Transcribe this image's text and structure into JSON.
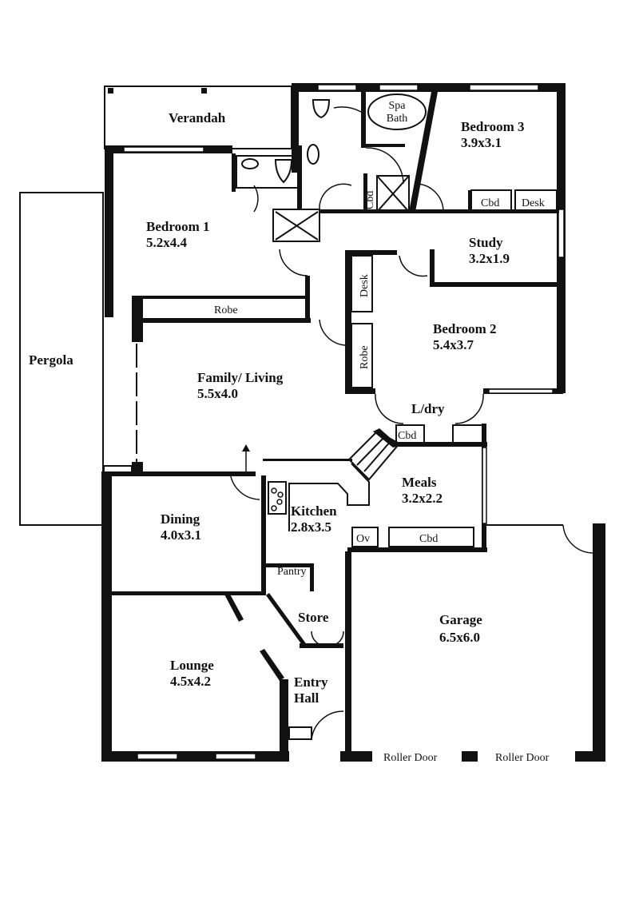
{
  "title": "House floor plan",
  "rooms": {
    "verandah": {
      "name": "Verandah"
    },
    "pergola": {
      "name": "Pergola"
    },
    "bedroom1": {
      "name": "Bedroom 1",
      "size": "5.2x4.4"
    },
    "bedroom2": {
      "name": "Bedroom 2",
      "size": "5.4x3.7"
    },
    "bedroom3": {
      "name": "Bedroom 3",
      "size": "3.9x3.1"
    },
    "study": {
      "name": "Study",
      "size": "3.2x1.9"
    },
    "family": {
      "name": "Family/ Living",
      "size": "5.5x4.0"
    },
    "dining": {
      "name": "Dining",
      "size": "4.0x3.1"
    },
    "kitchen": {
      "name": "Kitchen",
      "size": "2.8x3.5"
    },
    "meals": {
      "name": "Meals",
      "size": "3.2x2.2"
    },
    "lounge": {
      "name": "Lounge",
      "size": "4.5x4.2"
    },
    "garage": {
      "name": "Garage",
      "size": "6.5x6.0"
    },
    "entry": {
      "name": "Entry",
      "name2": "Hall"
    },
    "store": {
      "name": "Store"
    },
    "laundry": {
      "name": "L/dry"
    }
  },
  "fixtures": {
    "spa": "Spa",
    "bath": "Bath",
    "robe1": "Robe",
    "robe2": "Robe",
    "desk_bed2": "Desk",
    "cbd_bed3": "Cbd",
    "desk_bed3": "Desk",
    "cbd_ens": "Cbd",
    "cbd_ldry": "Cbd",
    "cbd_meals": "Cbd",
    "oven": "Ov",
    "pantry": "Pantry",
    "roller_door_1": "Roller Door",
    "roller_door_2": "Roller Door"
  }
}
